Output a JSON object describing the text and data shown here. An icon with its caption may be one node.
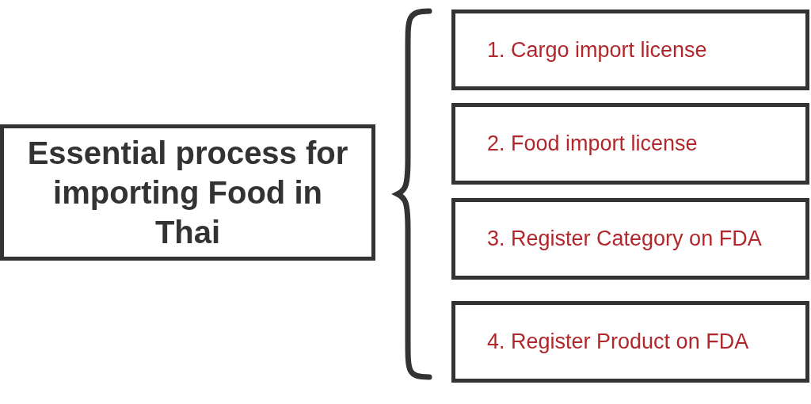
{
  "diagram": {
    "nodes": [
      {
        "text": [
          "Essential process for importing Food in Thai"
        ]
      },
      {
        "text": [
          "1. Cargo import license"
        ]
      },
      {
        "text": [
          "2. Food import license"
        ]
      },
      {
        "text": [
          "3. Register Category on FDA"
        ]
      },
      {
        "text": [
          "4. Register Product on FDA"
        ]
      }
    ]
  }
}
